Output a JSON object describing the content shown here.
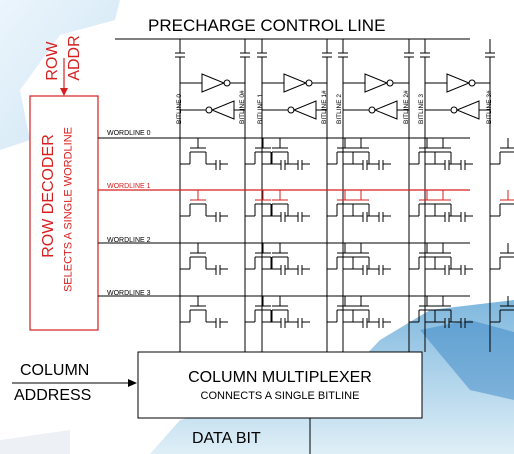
{
  "diagram": {
    "precharge_label": "PRECHARGE CONTROL LINE",
    "row_addr": {
      "line1": "ROW",
      "line2": "ADDR"
    },
    "row_decoder": {
      "title": "ROW DECODER",
      "subtitle": "SELECTS A SINGLE WORDLINE"
    },
    "wordlines": [
      "WORDLINE 0",
      "WORDLINE 1",
      "WORDLINE 2",
      "WORDLINE 3"
    ],
    "active_wordline": "WORDLINE 1",
    "bitlines": [
      {
        "pos": "BITLINE 0",
        "neg": "BITLINE 0#"
      },
      {
        "pos": "BITLINE 1",
        "neg": "BITLINE 1#"
      },
      {
        "pos": "BITLINE 2",
        "neg": "BITLINE 2#"
      },
      {
        "pos": "BITLINE 3",
        "neg": "BITLINE 3#"
      }
    ],
    "column_address": {
      "line1": "COLUMN",
      "line2": "ADDRESS"
    },
    "column_mux": {
      "title": "COLUMN MULTIPLEXER",
      "subtitle": "CONNECTS A SINGLE BITLINE"
    },
    "output": "DATA BIT",
    "colors": {
      "active": "#d81f1f",
      "line": "#000000"
    }
  }
}
